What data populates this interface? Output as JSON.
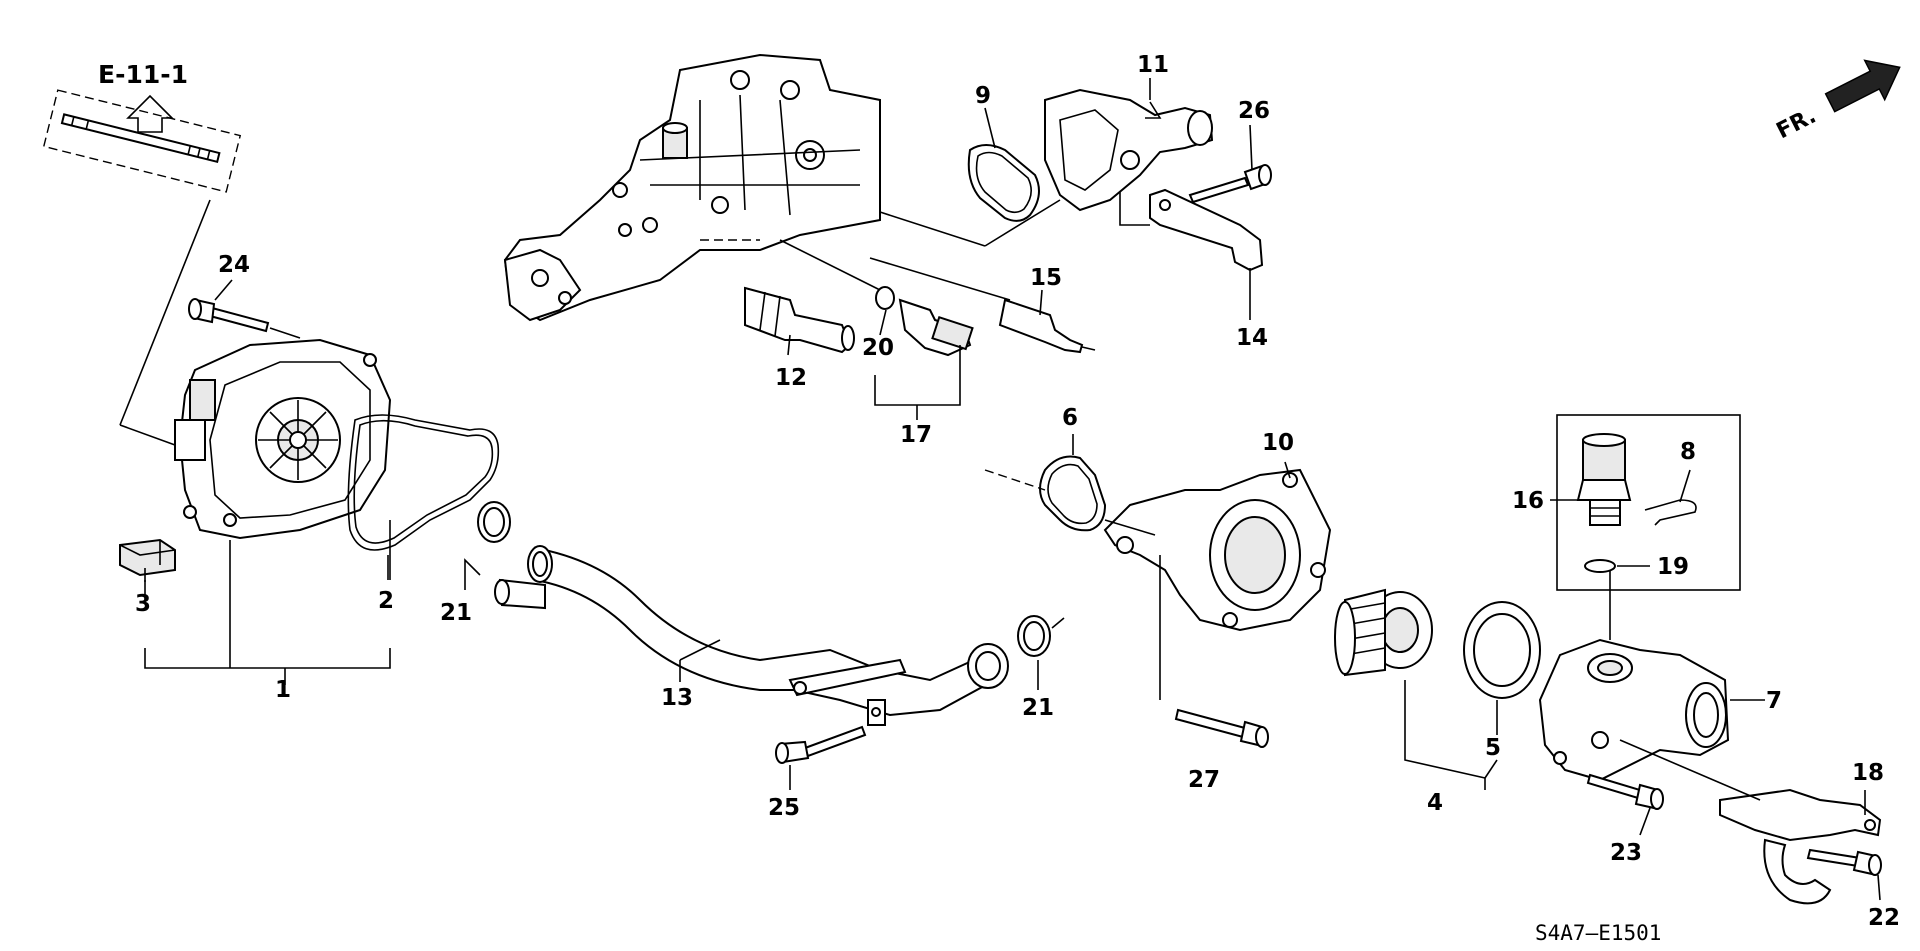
{
  "diagram": {
    "ref_label": "E-11-1",
    "direction_label": "FR.",
    "drawing_code": "S4A7—E1501",
    "callouts": {
      "c1": "1",
      "c2": "2",
      "c3": "3",
      "c4": "4",
      "c5": "5",
      "c6": "6",
      "c7": "7",
      "c8": "8",
      "c9": "9",
      "c10": "10",
      "c11": "11",
      "c12": "12",
      "c13": "13",
      "c14": "14",
      "c15": "15",
      "c16": "16",
      "c17": "17",
      "c18": "18",
      "c19": "19",
      "c20": "20",
      "c21a": "21",
      "c21b": "21",
      "c22": "22",
      "c23": "23",
      "c24": "24",
      "c25": "25",
      "c26": "26",
      "c27": "27"
    }
  }
}
